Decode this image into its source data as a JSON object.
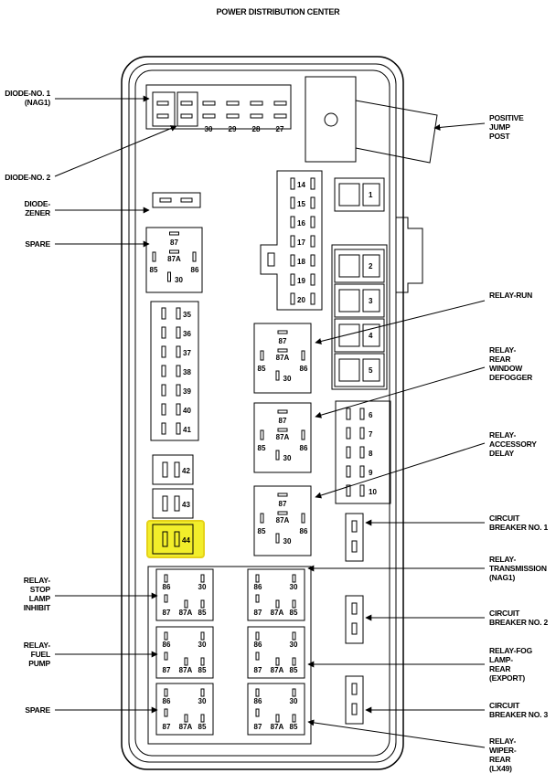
{
  "title": "POWER DISTRIBUTION CENTER",
  "highlight_color": "#f2ee2a",
  "labels": {
    "diode_no1": "DIODE-NO. 1\n(NAG1)",
    "diode_no2": "DIODE-NO. 2",
    "diode_zener": "DIODE-\nZENER",
    "spare_top": "SPARE",
    "positive_jump_post": "POSITIVE\nJUMP\nPOST",
    "relay_run": "RELAY-RUN",
    "relay_rear_window_defogger": "RELAY-\nREAR\nWINDOW\nDEFOGGER",
    "relay_accessory_delay": "RELAY-\nACCESSORY\nDELAY",
    "circuit_breaker_1": "CIRCUIT\nBREAKER NO. 1",
    "relay_transmission": "RELAY-\nTRANSMISSION\n(NAG1)",
    "relay_stop_lamp_inhibit": "RELAY-\nSTOP\nLAMP\nINHIBIT",
    "relay_fuel_pump": "RELAY-\nFUEL\nPUMP",
    "spare_bottom": "SPARE",
    "circuit_breaker_2": "CIRCUIT\nBREAKER NO. 2",
    "relay_fog_lamp_rear": "RELAY-FOG\nLAMP-\nREAR\n(EXPORT)",
    "circuit_breaker_3": "CIRCUIT\nBREAKER NO. 3",
    "relay_wiper_rear": "RELAY-\nWIPER-\nREAR\n(LX49)"
  },
  "fuses_top": [
    "30",
    "29",
    "28",
    "27"
  ],
  "fuses_mid": [
    "14",
    "15",
    "16",
    "17",
    "18",
    "19",
    "20"
  ],
  "fuses_left": [
    "35",
    "36",
    "37",
    "38",
    "39",
    "40",
    "41"
  ],
  "fuses_right_large": [
    "1",
    "2",
    "3",
    "4",
    "5"
  ],
  "fuses_right_small": [
    "6",
    "7",
    "8",
    "9",
    "10"
  ],
  "fuses_cartridge": [
    "42",
    "43",
    "44"
  ],
  "highlighted_fuse": "44",
  "relay_pins": {
    "p87": "87",
    "p87a": "87A",
    "p85": "85",
    "p86": "86",
    "p30": "30"
  }
}
